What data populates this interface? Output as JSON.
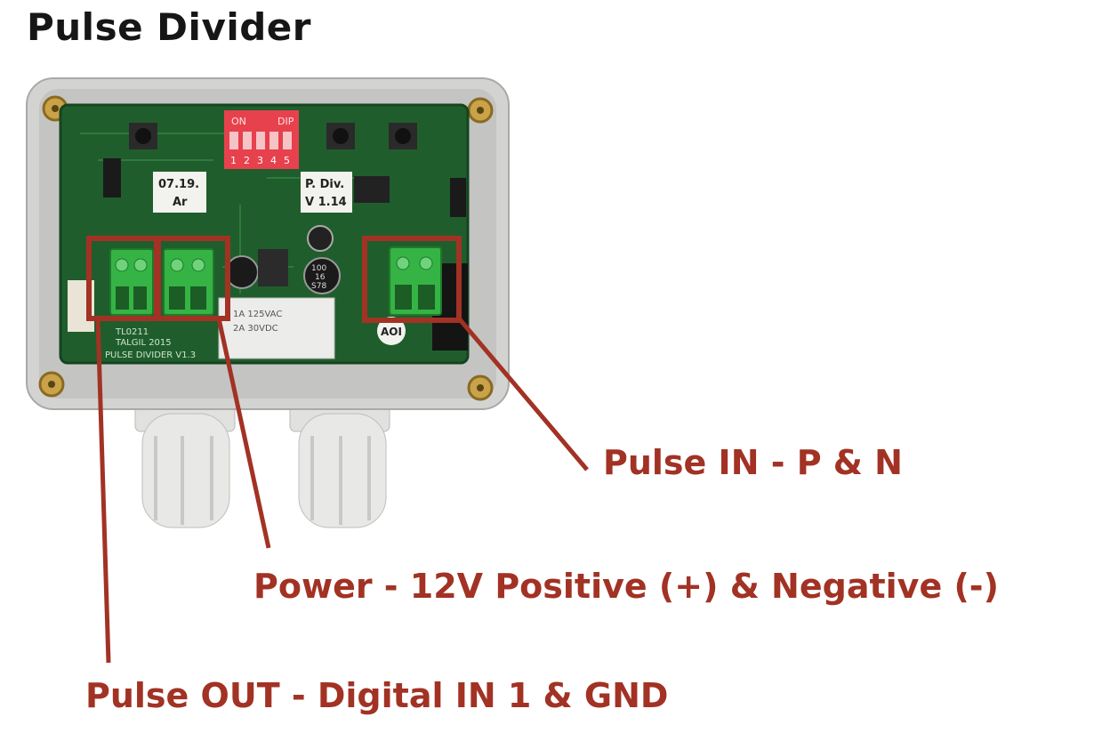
{
  "title": "Pulse Divider",
  "board": {
    "dip_label_left": "ON",
    "dip_label_right": "DIP",
    "dip_numbers": [
      "1",
      "2",
      "3",
      "4",
      "5"
    ],
    "sticker_left_line1": "07.19.",
    "sticker_left_line2": "Ar",
    "sticker_right_line1": "P. Div.",
    "sticker_right_line2": "V 1.14",
    "silk_model": "TL0211",
    "silk_maker": "TALGIL 2015",
    "silk_product": "PULSE DIVIDER V1.3",
    "relay_text1": "1A 125VAC",
    "relay_text2": "2A 30VDC",
    "aoi_mark": "AOI",
    "cap1_line1": "100",
    "cap1_line2": "16",
    "cap1_line3": "S78"
  },
  "callouts": {
    "pulse_in": "Pulse IN - P & N",
    "power": "Power - 12V Positive (+) & Negative (-)",
    "pulse_out": "Pulse OUT - Digital IN 1 & GND"
  },
  "colors": {
    "callout": "#a23224",
    "terminal": "#36b345",
    "pcb": "#1f5e2c",
    "enclosure": "#d3d4d2"
  }
}
